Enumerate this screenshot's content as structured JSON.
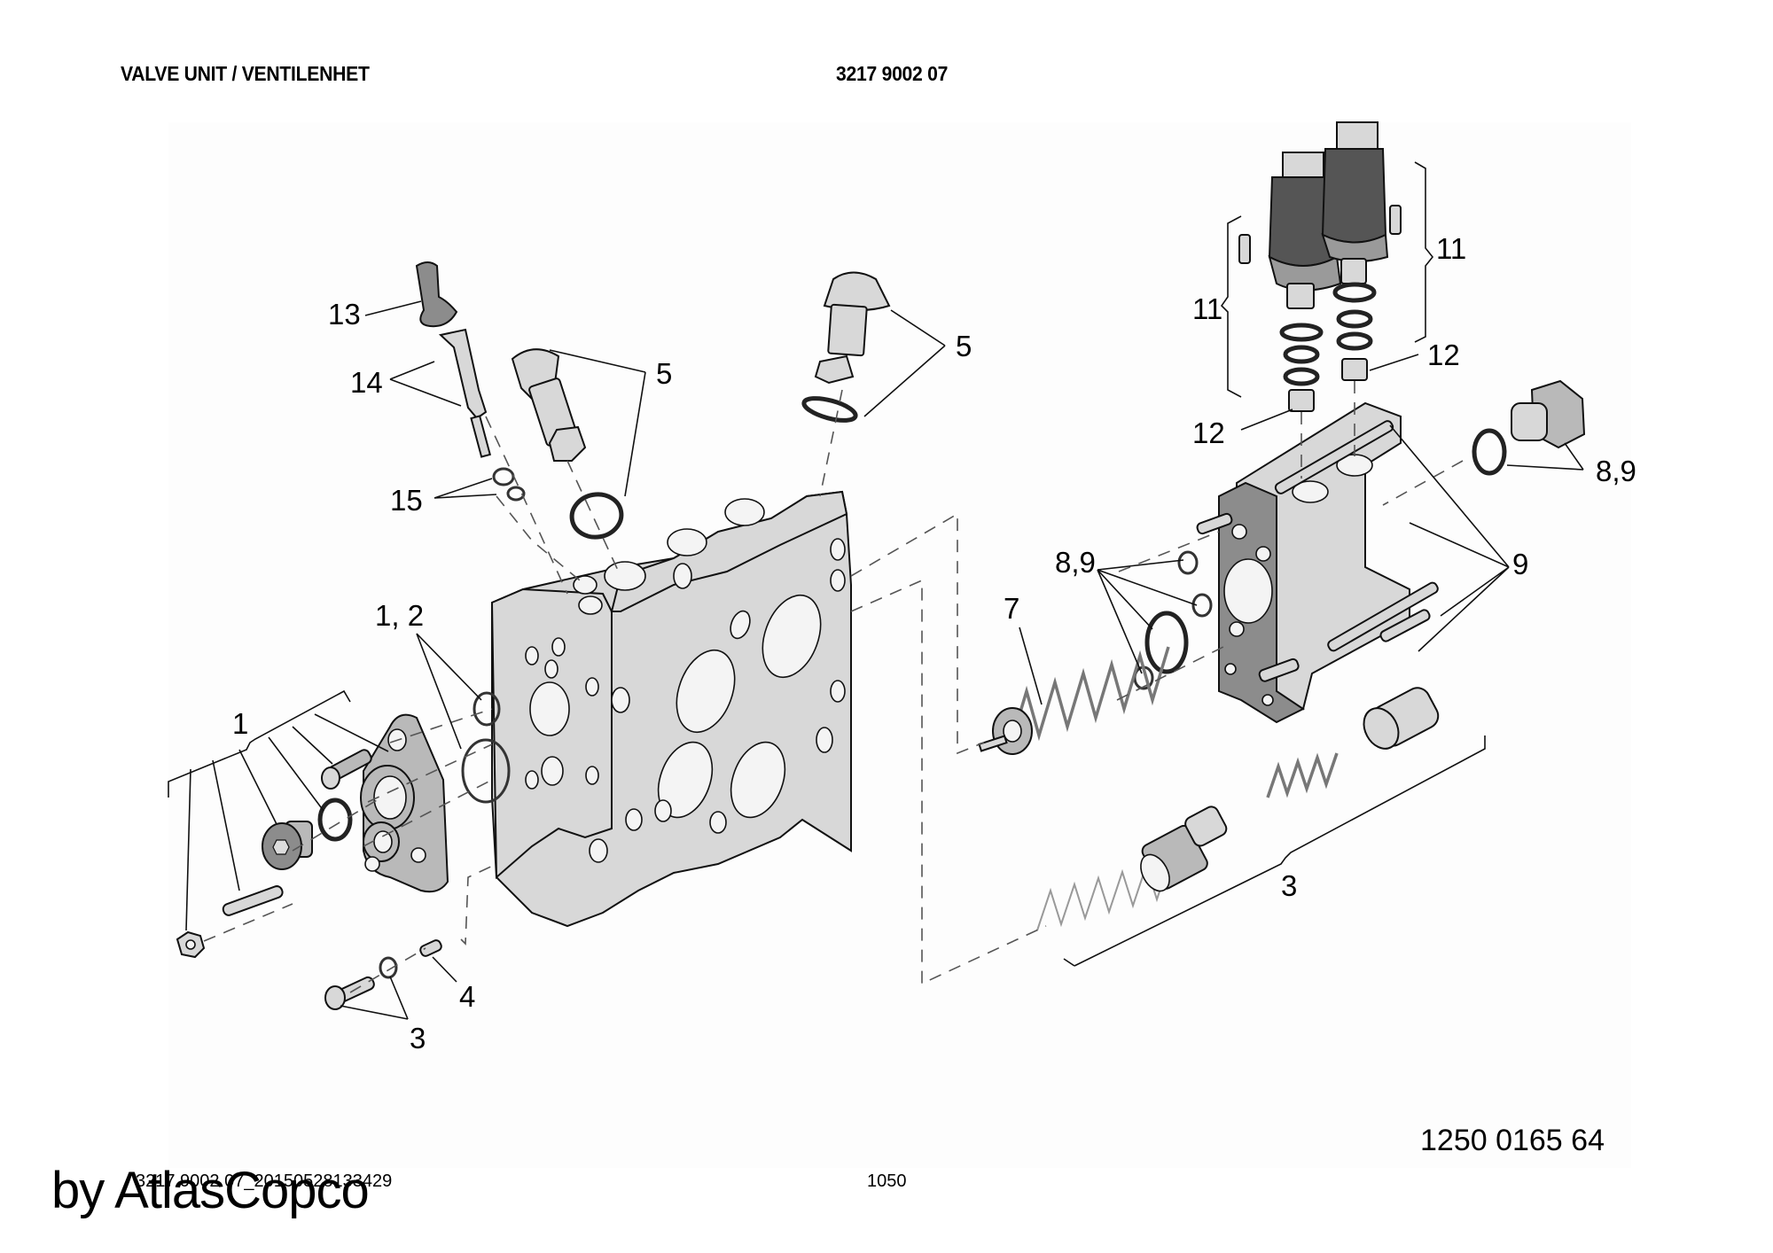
{
  "header": {
    "title": "VALVE UNIT / VENTILENHET",
    "document_number": "3217 9002 07"
  },
  "diagram": {
    "drawing_code": "1250 0165 64",
    "callouts": [
      {
        "id": "c13",
        "label": "13"
      },
      {
        "id": "c14",
        "label": "14"
      },
      {
        "id": "c15",
        "label": "15"
      },
      {
        "id": "c5a",
        "label": "5"
      },
      {
        "id": "c5b",
        "label": "5"
      },
      {
        "id": "c12",
        "label": "1, 2"
      },
      {
        "id": "c1",
        "label": "1"
      },
      {
        "id": "c4",
        "label": "4"
      },
      {
        "id": "c3a",
        "label": "3"
      },
      {
        "id": "c7",
        "label": "7"
      },
      {
        "id": "c89a",
        "label": "8,9"
      },
      {
        "id": "c89b",
        "label": "8,9"
      },
      {
        "id": "c9",
        "label": "9"
      },
      {
        "id": "c11a",
        "label": "11"
      },
      {
        "id": "c11b",
        "label": "11"
      },
      {
        "id": "c12a",
        "label": "12"
      },
      {
        "id": "c12b",
        "label": "12"
      },
      {
        "id": "c3b",
        "label": "3"
      }
    ],
    "parts": [
      "valve-body",
      "end-cover-plate",
      "solenoid-valve-left",
      "solenoid-valve-right",
      "flange-cover",
      "relief-valve-plug",
      "pilot-cartridge",
      "protective-cap",
      "spool-assembly",
      "spring"
    ]
  },
  "footer": {
    "document_id": "3217 9002 07_20150528133429",
    "page_number": "1050",
    "watermark": "by AtlasCopco"
  }
}
